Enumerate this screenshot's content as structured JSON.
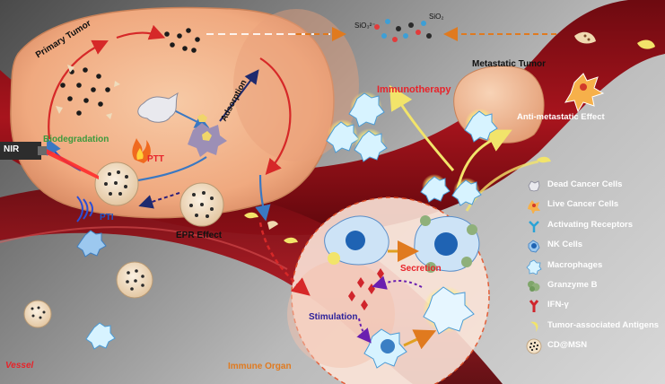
{
  "labels": {
    "primary_tumor": "Primary Tumor",
    "biodegradation": "Biodegradation",
    "nir": "NIR",
    "ptt": "PTT",
    "pti": "PTI",
    "epr_effect": "EPR Effect",
    "adsorption": "Adsorption",
    "metastatic_tumor": "Metastatic Tumor",
    "immunotherapy": "Immunotherapy",
    "anti_metastatic_effect": "Anti-metastatic Effect",
    "sio3": "SiO₃²⁻",
    "sio2": "SiO₂",
    "secretion": "Secretion",
    "stimulation": "Stimulation",
    "vessel": "Vessel",
    "immune_organ": "Immune Organ"
  },
  "legend": [
    {
      "label": "Dead Cancer Cells",
      "icon": "dead-cancer-cell-icon"
    },
    {
      "label": "Live Cancer Cells",
      "icon": "live-cancer-cell-icon"
    },
    {
      "label": "Activating Receptors",
      "icon": "activating-receptor-icon"
    },
    {
      "label": "NK Cells",
      "icon": "nk-cell-icon"
    },
    {
      "label": "Macrophages",
      "icon": "macrophage-icon"
    },
    {
      "label": "Granzyme B",
      "icon": "granzyme-b-icon"
    },
    {
      "label": "IFN-γ",
      "icon": "ifn-gamma-icon"
    },
    {
      "label": "Tumor-associated Antigens",
      "icon": "tumor-antigen-icon"
    },
    {
      "label": "CD@MSN",
      "icon": "cd-msn-nanoparticle-icon"
    }
  ],
  "colors": {
    "vessel": "#8b0f16",
    "tumor": "#f2b48e",
    "label_red": "#e8232a",
    "label_green": "#3d9a3d",
    "label_blue": "#1f56c9",
    "label_purple": "#7a2bbf"
  }
}
